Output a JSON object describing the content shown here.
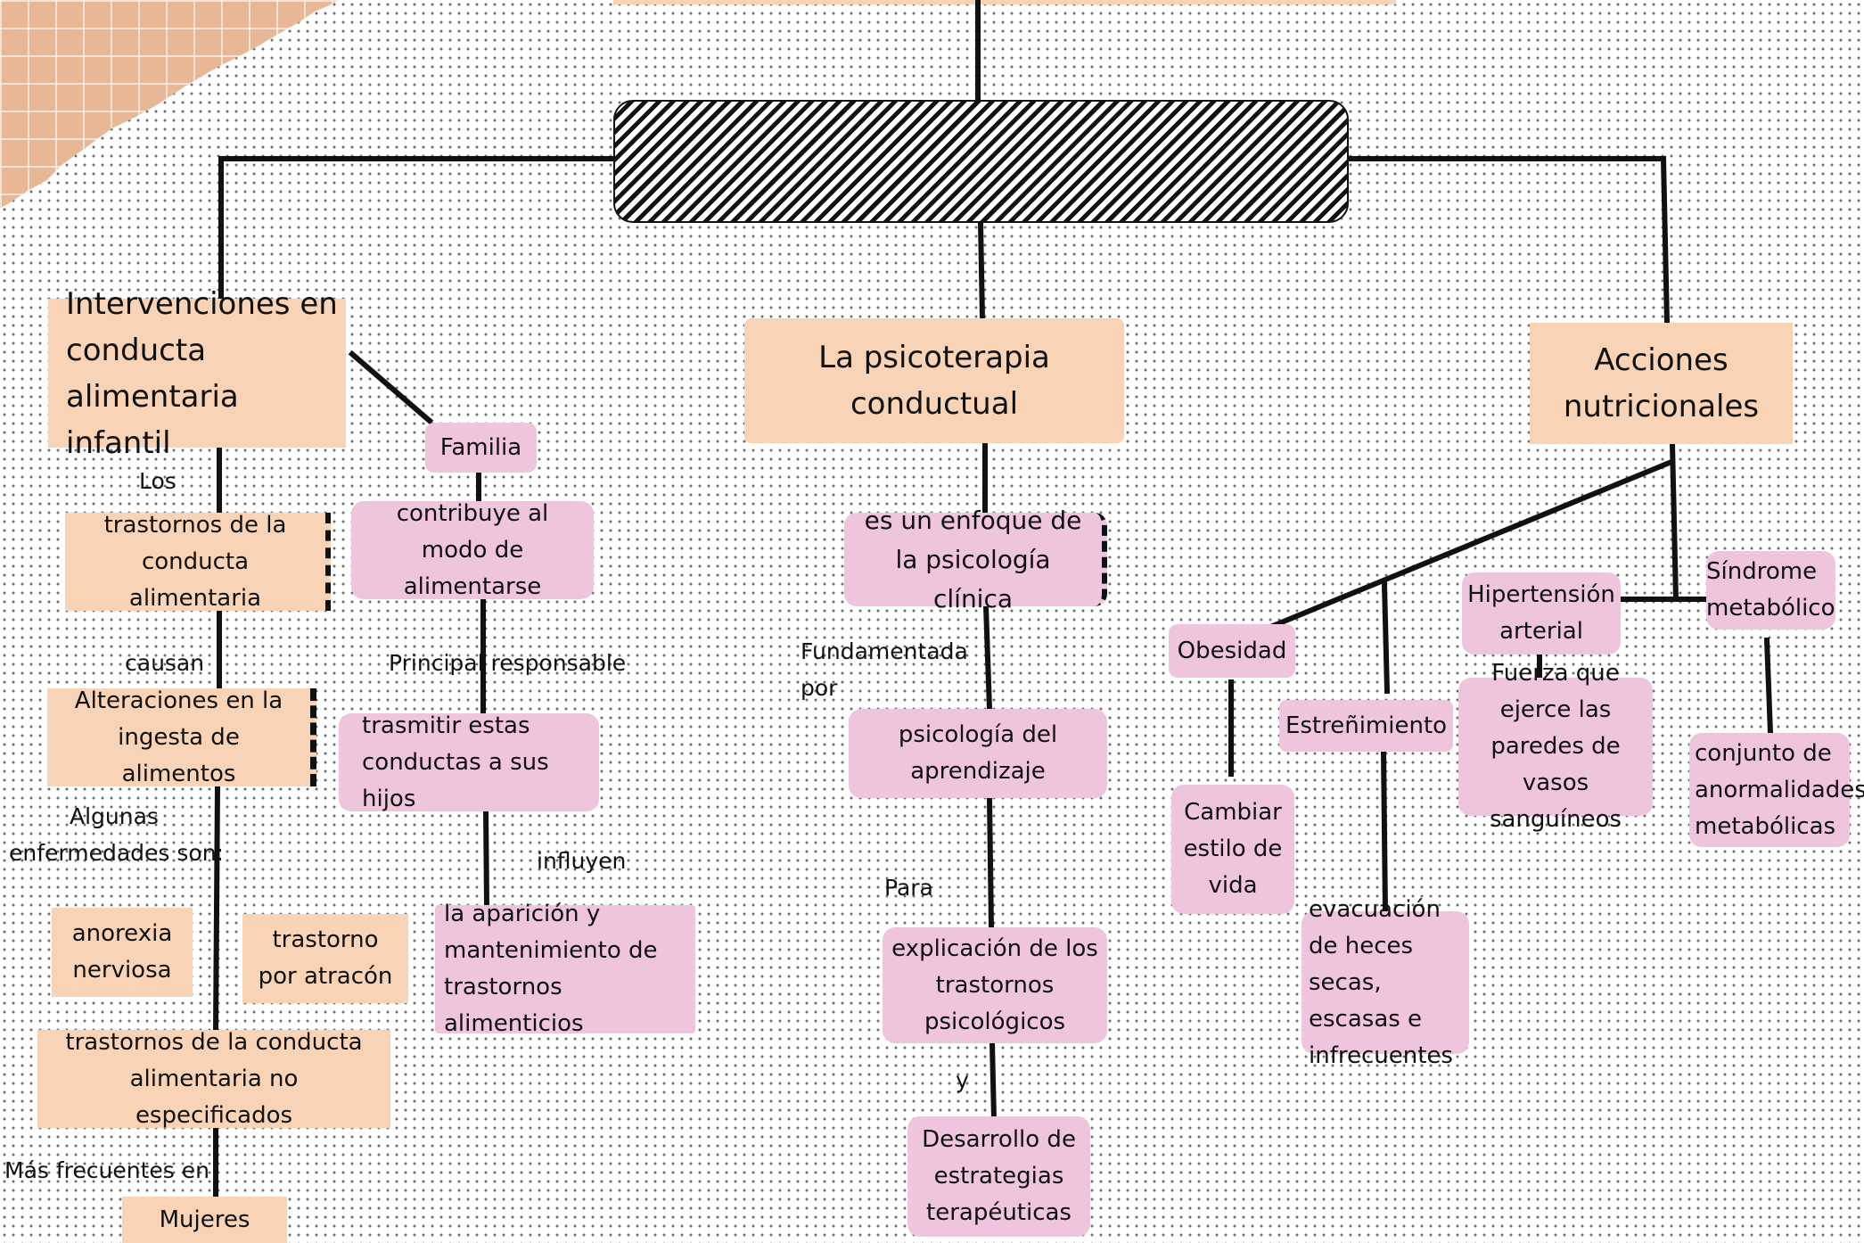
{
  "left_branch": {
    "title": "Intervenciones en conducta alimentaria infantil",
    "los": "Los",
    "trastornos": "trastornos de la conducta alimentaria",
    "causan": "causan",
    "alteraciones": "Alteraciones en la ingesta de alimentos",
    "algunas_1": "Algunas",
    "algunas_2": "enfermedades son:",
    "anorexia": "anorexia nerviosa",
    "atracon": "trastorno por atracón",
    "no_especificados": "trastornos de la conducta alimentaria no especificados",
    "mas_frecuentes": "Más frecuentes en",
    "mujeres": "Mujeres",
    "familia": "Familia",
    "contribuye": "contribuye al modo de alimentarse",
    "principal": "Principal responsable",
    "trasmitir": "trasmitir estas conductas a sus hijos",
    "influyen": "influyen",
    "aparicion": "la aparición y mantenimiento de trastornos alimenticios"
  },
  "center_branch": {
    "title": "La psicoterapia conductual",
    "enfoque": "es un enfoque de la psicología clínica",
    "fundamentada_1": "Fundamentada",
    "fundamentada_2": "por",
    "aprendizaje": "psicología del aprendizaje",
    "para": "Para",
    "explicacion": "explicación de los trastornos psicológicos",
    "y": "y",
    "desarrollo": "Desarrollo de estrategias terapéuticas"
  },
  "right_branch": {
    "title": "Acciones nutricionales",
    "obesidad": "Obesidad",
    "cambiar": "Cambiar estilo de vida",
    "estrenimiento": "Estreñimiento",
    "evacuacion": "evacuación de heces secas, escasas e infrecuentes",
    "hipertension": "Hipertensión arterial",
    "fuerza": "Fuerza que ejerce las paredes de vasos sanguíneos",
    "sindrome": "Síndrome metabólico",
    "conjunto": "conjunto de anormalidades metabólicas"
  },
  "colors": {
    "peach": "#f9d3b5",
    "pink": "#efc4dd",
    "line": "#111111"
  }
}
